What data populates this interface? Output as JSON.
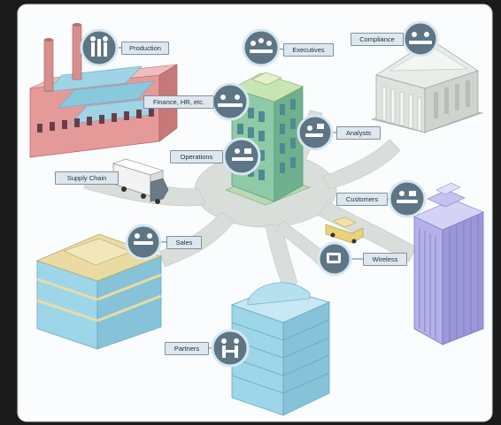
{
  "labels": {
    "production": "Production",
    "executives": "Executives",
    "compliance": "Compliance",
    "finance": "Finance, HR, etc.",
    "analysts": "Analysts",
    "operations": "Operations",
    "supply_chain": "Supply Chain",
    "customers": "Customers",
    "sales": "Sales",
    "wireless": "Wireless",
    "partners": "Partners"
  },
  "colors": {
    "frame": "#1b1b1b",
    "panel": "#fbfcfd",
    "road": "#d9dedb",
    "badge": "#5e7586",
    "badge_ring": "#d6e7f2",
    "factory_wall": "#e59a9a",
    "factory_roof": "#9fd3e6",
    "tower_green": "#8fcaa8",
    "bank": "#d7dcd8",
    "purple_tower": "#b4b0e8",
    "tan_building": "#e9dba1",
    "blue_building": "#9dd6e8"
  },
  "icons": [
    "production-icon",
    "executives-icon",
    "compliance-icon",
    "finance-icon",
    "analysts-icon",
    "operations-icon",
    "customers-icon",
    "sales-icon",
    "wireless-icon",
    "partners-icon"
  ]
}
